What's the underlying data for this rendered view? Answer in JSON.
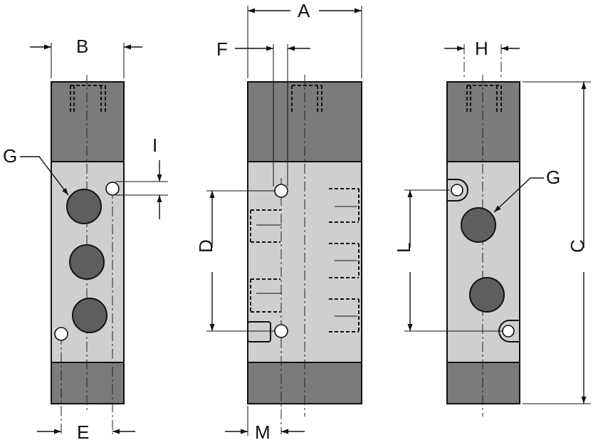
{
  "labels": {
    "A": "A",
    "B": "B",
    "C": "C",
    "D": "D",
    "E": "E",
    "F": "F",
    "G_left": "G",
    "G_right": "G",
    "H": "H",
    "I": "I",
    "L": "L",
    "M": "M"
  },
  "colors": {
    "body_dark": "#7b7b7b",
    "body_light": "#cfcfcf",
    "port": "#5e5e5e",
    "line": "#111111"
  }
}
